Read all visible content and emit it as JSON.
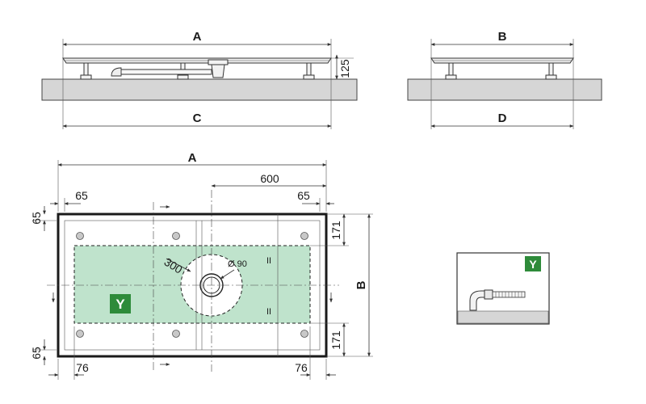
{
  "side_view_long": {
    "top_label": "A",
    "bottom_label": "C",
    "height_label": "125"
  },
  "side_view_short": {
    "top_label": "B",
    "bottom_label": "D"
  },
  "plan_view": {
    "width_label": "A",
    "height_label": "B",
    "drain_offset": "600",
    "margin_left_top": "65",
    "margin_right_top": "65",
    "margin_top": "65",
    "margin_bottom": "65",
    "margin_left_bottom": "76",
    "margin_right_bottom": "76",
    "foot_offset_top": "171",
    "foot_offset_bottom": "171",
    "radius": "300",
    "drain_diameter": "Ø 90",
    "equal_mark_top": "II",
    "equal_mark_bottom": "II",
    "zone_label": "Y"
  },
  "inset": {
    "zone_label": "Y"
  },
  "colors": {
    "zone_fill": "#bfe3cc",
    "zone_badge": "#2e8b3a",
    "floor": "#d6d6d6"
  }
}
